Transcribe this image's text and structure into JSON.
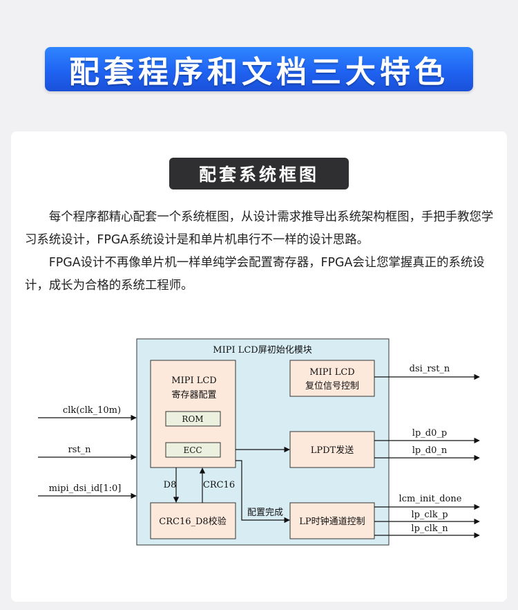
{
  "banner": {
    "title": "配套程序和文档三大特色"
  },
  "section": {
    "title": "配套系统框图",
    "paragraphs": [
      "每个程序都精心配套一个系统框图，从设计需求推导出系统架构框图，手把手教您学习系统设计，FPGA系统设计是和单片机串行不一样的设计思路。",
      "FPGA设计不再像单片机一样单纯学会配置寄存器，FPGA会让您掌握真正的系统设计，成长为合格的系统工程师。"
    ]
  },
  "diagram": {
    "module_title": "MIPI LCD屏初始化模块",
    "config_block": {
      "line1": "MIPI LCD",
      "line2": "寄存器配置",
      "rom": "ROM",
      "ecc": "ECC"
    },
    "reset_block": {
      "line1": "MIPI LCD",
      "line2": "复位信号控制"
    },
    "lpdt_block": "LPDT发送",
    "crc_block": "CRC16_D8校验",
    "lp_block": "LP时钟通道控制",
    "inputs": {
      "clk": "clk(clk_10m)",
      "rst": "rst_n",
      "id": "mipi_dsi_id[1:0]"
    },
    "outputs": {
      "dsi_rst_n": "dsi_rst_n",
      "lp_d0_p": "lp_d0_p",
      "lp_d0_n": "lp_d0_n",
      "lcm_init_done": "lcm_init_done",
      "lp_clk_p": "lp_clk_p",
      "lp_clk_n": "lp_clk_n"
    },
    "edges": {
      "d8": "D8",
      "crc16": "CRC16",
      "config_done": "配置完成"
    }
  },
  "colors": {
    "banner": "#2472f7",
    "module_bg": "#d7ecf3",
    "block_bg": "#fde9dc",
    "rom_bg": "#ebf1de",
    "badge": "#2f2f31"
  }
}
